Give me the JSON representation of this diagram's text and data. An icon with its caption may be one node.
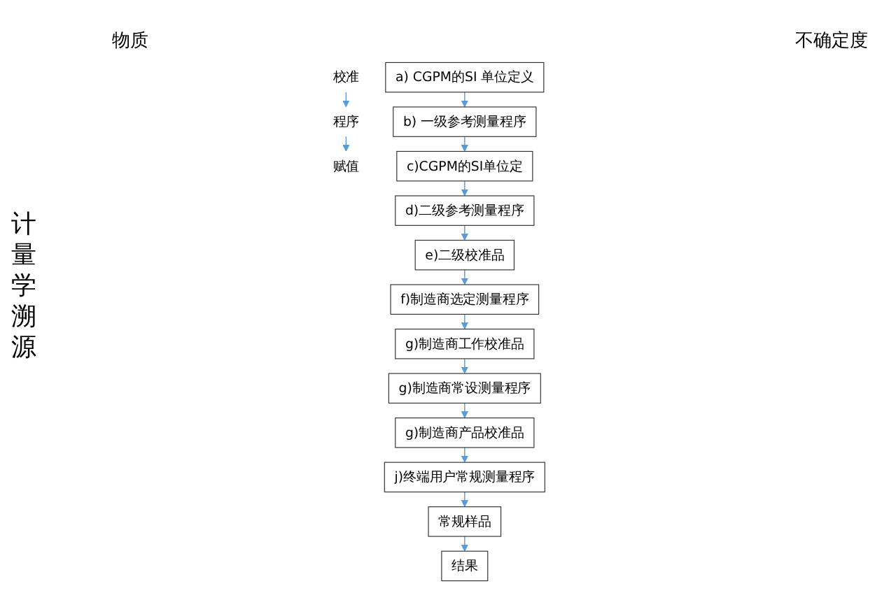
{
  "diagram": {
    "nodes": [
      {
        "text": [
          "校准"
        ]
      },
      {
        "text": [
          "程序"
        ]
      },
      {
        "text": [
          "赋值"
        ]
      },
      {
        "text": [
          "a) CGPM的SI 单位定义"
        ]
      },
      {
        "text": [
          "b) 一级参考测量程序"
        ]
      },
      {
        "text": [
          "c)CGPM的SI单位定"
        ]
      },
      {
        "text": [
          "d)二级参考测量程序"
        ]
      },
      {
        "text": [
          "e)二级校准品"
        ]
      },
      {
        "text": [
          "f)制造商选定测量程序"
        ]
      },
      {
        "text": [
          "g)制造商工作校准品"
        ]
      },
      {
        "text": [
          "g)制造商常设测量程序"
        ]
      },
      {
        "text": [
          "g)制造商产品校准品"
        ]
      },
      {
        "text": [
          "j)终端用户常规测量程序"
        ]
      },
      {
        "text": [
          "常规样品"
        ]
      },
      {
        "text": [
          "结果"
        ]
      }
    ],
    "edges": [
      {
        "from": 0,
        "to": 1,
        "arrow": "to"
      },
      {
        "from": 1,
        "to": 2,
        "arrow": "to"
      },
      {
        "from": 3,
        "to": 4,
        "arrow": "to"
      },
      {
        "from": 4,
        "to": 5,
        "arrow": "to"
      },
      {
        "from": 5,
        "to": 6,
        "arrow": "to"
      },
      {
        "from": 6,
        "to": 7,
        "arrow": "to"
      },
      {
        "from": 7,
        "to": 8,
        "arrow": "to"
      },
      {
        "from": 8,
        "to": 9,
        "arrow": "to"
      },
      {
        "from": 9,
        "to": 10,
        "arrow": "to"
      },
      {
        "from": 10,
        "to": 11,
        "arrow": "to"
      },
      {
        "from": 11,
        "to": 12,
        "arrow": "to"
      },
      {
        "from": 12,
        "to": 13,
        "arrow": "to"
      },
      {
        "from": 13,
        "to": 14,
        "arrow": "to"
      }
    ],
    "labels": [
      "物质",
      "不确定度",
      "计量学溯源"
    ]
  }
}
